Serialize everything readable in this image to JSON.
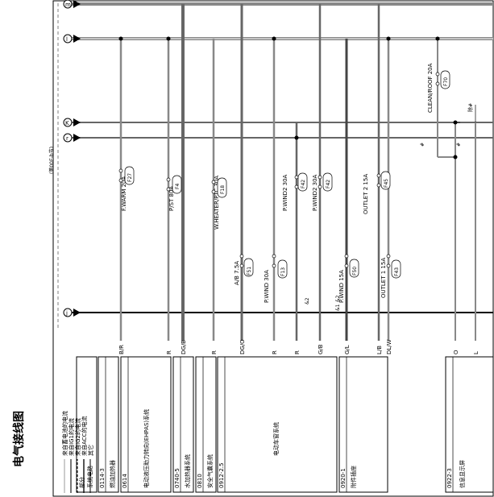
{
  "title": "电气接线图",
  "legend": {
    "items": [
      "来自蓄电池的电流",
      "来自IG1的电流",
      "来自IG2的电流",
      "来自ACC的电流",
      "其它"
    ]
  },
  "connectors": [
    "m",
    "l",
    "K",
    "r",
    "j"
  ],
  "page_ref": "(第00E-b节)",
  "sections": [
    {
      "code": "部分",
      "name": "系统电路"
    },
    {
      "code": "0114-3",
      "name": "燃油加热器",
      "wire": "B/R"
    },
    {
      "code": "0614",
      "name": "电动液压助力转向(EHPAS)系统",
      "wires": [
        "R",
        "DG/B"
      ]
    },
    {
      "code": "0740-5",
      "name": "水加热器系统",
      "wire": "R"
    },
    {
      "code": "0810",
      "name": "安全气囊系统",
      "wire": "DG/O"
    },
    {
      "code": "0912-2.5",
      "name": "电动车窗系统",
      "wires": [
        "R",
        "R",
        "G/B",
        "G/L"
      ]
    },
    {
      "code": "0920-1",
      "name": "附件插座",
      "wires": [
        "L/B",
        "DL/W"
      ]
    },
    {
      "code": "0922-3",
      "name": "信息显示屏",
      "wires": [
        "O",
        "L"
      ]
    }
  ],
  "fuses": [
    {
      "name": "F.WARM 20A",
      "id": "F27"
    },
    {
      "name": "P/ST 80A",
      "id": "F4"
    },
    {
      "name": "W.HEATER/PTC 30A",
      "id": "F18"
    },
    {
      "name": "P.WIND2 30A",
      "id": "F42"
    },
    {
      "name": "P.WIND2 30A",
      "id": "F42"
    },
    {
      "name": "OUTLET 2 15A",
      "id": "F45"
    },
    {
      "name": "A/B 7.5A",
      "id": "F51"
    },
    {
      "name": "P.WIND 30A",
      "id": "F13"
    },
    {
      "name": "P.WIND 15A",
      "id": "F50"
    },
    {
      "name": "OUTLET 1 15A",
      "id": "F43"
    },
    {
      "name": "CLEAN/ROOF 20A",
      "id": "F70"
    }
  ],
  "notes": [
    "&2",
    "&1",
    "&2",
    "#",
    "#",
    "除#"
  ]
}
